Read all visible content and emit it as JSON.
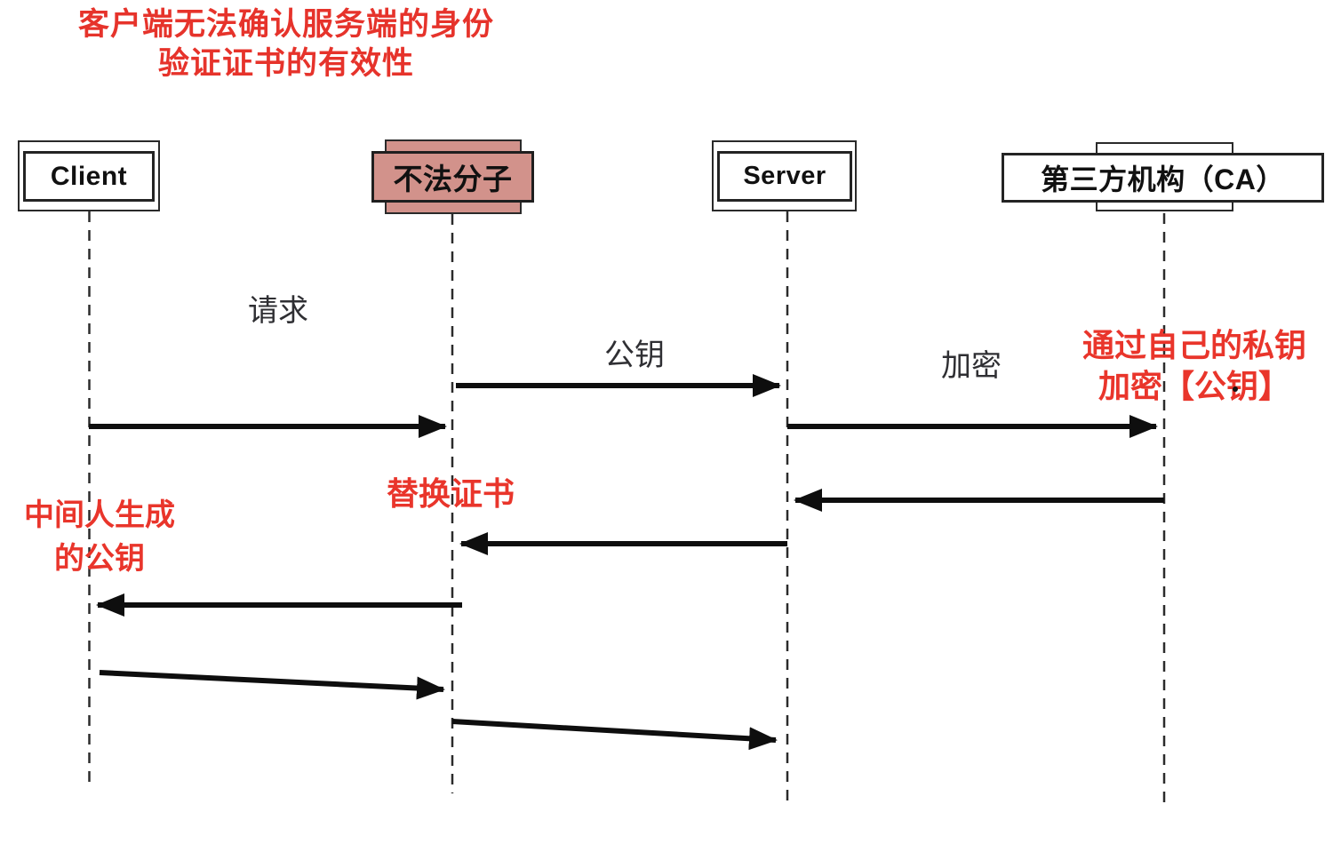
{
  "diagram": {
    "title_line1": "客户端无法确认服务端的身份",
    "title_line2": "验证证书的有效性"
  },
  "actors": {
    "client": "Client",
    "attacker": "不法分子",
    "server": "Server",
    "ca": "第三方机构（CA）"
  },
  "messages": {
    "request": "请求",
    "public_key": "公钥",
    "encrypt": "加密",
    "ca_note_line1": "通过自己的私钥",
    "ca_note_line2": "加密【公钥】",
    "replace_cert": "替换证书",
    "mitm_key_line1": "中间人生成",
    "mitm_key_line2": "的公钥"
  },
  "edges": [
    {
      "from": "client",
      "to": "attacker",
      "label": "请求"
    },
    {
      "from": "attacker",
      "to": "server",
      "label": "公钥"
    },
    {
      "from": "server",
      "to": "ca",
      "label": "加密 通过自己的私钥加密【公钥】"
    },
    {
      "from": "ca",
      "to": "server",
      "label": ""
    },
    {
      "from": "server",
      "to": "attacker",
      "label": "替换证书"
    },
    {
      "from": "attacker",
      "to": "client",
      "label": "中间人生成的公钥"
    },
    {
      "from": "client",
      "to": "attacker",
      "label": ""
    },
    {
      "from": "attacker",
      "to": "server",
      "label": ""
    }
  ],
  "colors": {
    "red_text": "#e9352b",
    "attacker_fill": "#d2928b",
    "line": "#0e0e0e",
    "black_text": "#2f2f33"
  }
}
